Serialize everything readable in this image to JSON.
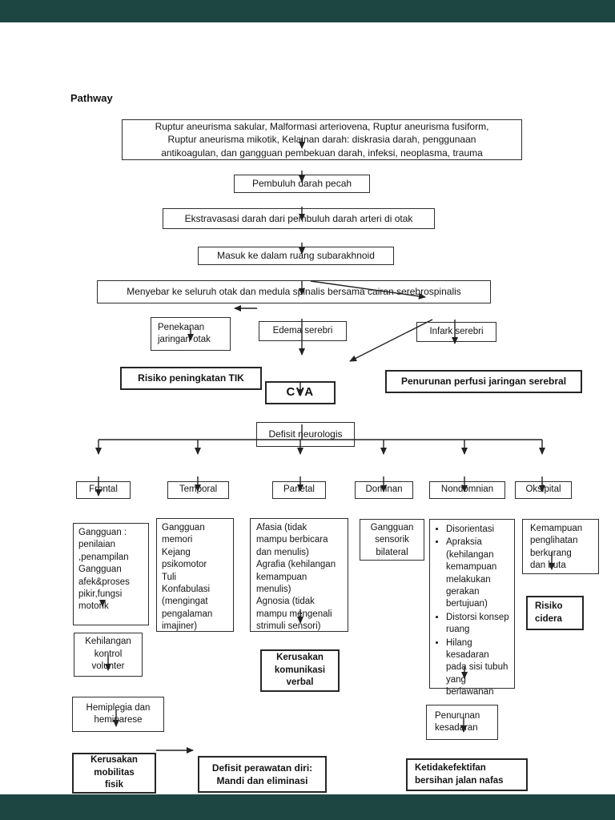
{
  "chrome": {
    "bar_color": "#1d4643"
  },
  "title": "Pathway",
  "nodes": {
    "etiologi": "Ruptur aneurisma sakular, Malformasi arteriovena, Ruptur aneurisma fusiform,\nRuptur aneurisma mikotik, Kelainan darah: diskrasia darah, penggunaan\nantikoagulan, dan gangguan pembekuan darah, infeksi, neoplasma, trauma",
    "pembuluh_darah_pecah": "Pembuluh darah pecah",
    "ekstravasasi": "Ekstravasasi darah dari pembuluh darah arteri di otak",
    "masuk_subarakhnoid": "Masuk ke dalam ruang subarakhnoid",
    "menyebar": "Menyebar ke seluruh otak dan medula spinalis bersama cairan serebrospinalis",
    "penekanan_jaringan": "Penekanan\njaringan otak",
    "edema_serebri": "Edema serebri",
    "infark_serebri": "Infark serebri",
    "risiko_tik": "Risiko peningkatan TIK",
    "cva": "CVA",
    "penurunan_perfusi": "Penurunan perfusi jaringan serebral",
    "defisit_neurologis": "Defisit neurologis",
    "region_frontal": "Frontal",
    "region_temporal": "Temporal",
    "region_parietal": "Parietal",
    "region_dominan": "Dominan",
    "region_nondominan": "Nondomnian",
    "region_oksipital": "Oksipital",
    "frontal_detail": "Gangguan  :\npenilaian\n,penampilan\nGangguan\nafek&proses\npikir,fungsi\nmotorik",
    "temporal_detail": "Gangguan\nmemori\nKejang\npsikomotor\nTuli\nKonfabulasi\n(mengingat\npengalaman\nimajiner)",
    "parietal_detail": "Afasia (tidak\nmampu berbicara\ndan menulis)\nAgrafia (kehilangan\nkemampuan\nmenulis)\nAgnosia (tidak\nmampu mengenali\nstrimuli sensori)",
    "dominan_detail": "Gangguan\nsensorik\nbilateral",
    "nondominan_items": [
      "Disorientasi",
      "Apraksia (kehilangan kemampuan melakukan gerakan bertujuan)",
      "Distorsi konsep ruang",
      "Hilang kesadaran pada sisi tubuh yang berlawanan"
    ],
    "oksipital_detail": "Kemampuan\npenglihatan\nberkurang\ndan buta",
    "kehilangan_kontrol": "Kehilangan\nkontrol\nvolunter",
    "hemiplegia": "Hemiplegia dan\nhemiparese",
    "kerusakan_mobilitas": "Kerusakan\nmobilitas\nfisik",
    "defisit_perawatan": "Defisit perawatan diri:\nMandi dan eliminasi",
    "kerusakan_komunikasi": "Kerusakan\nkomunikasi\nverbal",
    "risiko_cidera": "Risiko\ncidera",
    "penurunan_kesadaran": "Penurunan\nkesadaran",
    "ketidakefektifan": "Ketidakefektifan\nbersihan jalan nafas"
  }
}
